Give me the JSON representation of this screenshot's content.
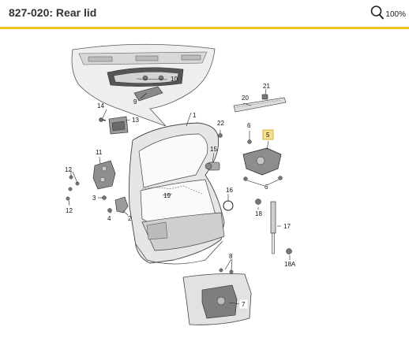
{
  "header": {
    "title": "827-020: Rear lid",
    "zoom_label": "100%",
    "zoom_icon": "magnifier-icon",
    "accent_color": "#f1c21b"
  },
  "diagram": {
    "highlight_color": "#f7e08a",
    "callouts": {
      "c1": "1",
      "c2": "2",
      "c3": "3",
      "c4": "4",
      "c5": "5",
      "c6a": "6",
      "c6b": "6",
      "c7": "7",
      "c8": "8",
      "c9": "9",
      "c10": "10",
      "c11": "11",
      "c12a": "12",
      "c12b": "12",
      "c13": "13",
      "c14": "14",
      "c15": "15",
      "c16": "16",
      "c17": "17",
      "c18": "18",
      "c18a": "18A",
      "c19": "19",
      "c20": "20",
      "c21": "21",
      "c22": "22"
    },
    "highlighted": [
      "5"
    ]
  }
}
